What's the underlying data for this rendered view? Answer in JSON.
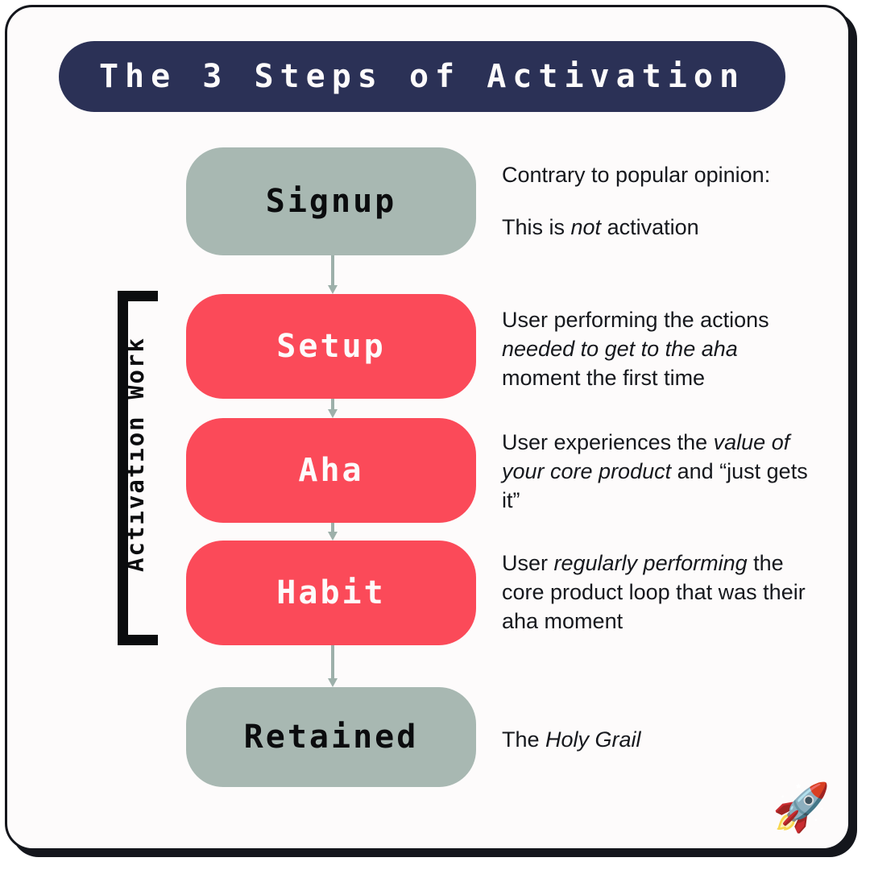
{
  "title": "The 3 Steps of Activation",
  "bracket": {
    "label": "Activation Work"
  },
  "colors": {
    "navy": "#2b3156",
    "red": "#fb4a59",
    "grey_green": "#a8b8b2",
    "arrow": "#9db0aa",
    "card_bg": "#fdfbfb",
    "border": "#14161c",
    "text_dark": "#16181d"
  },
  "flow": {
    "nodes": [
      {
        "key": "signup",
        "label": "Signup",
        "style": "grey"
      },
      {
        "key": "setup",
        "label": "Setup",
        "style": "red"
      },
      {
        "key": "aha",
        "label": "Aha",
        "style": "red"
      },
      {
        "key": "habit",
        "label": "Habit",
        "style": "red"
      },
      {
        "key": "retained",
        "label": "Retained",
        "style": "grey"
      }
    ]
  },
  "descriptions": {
    "signup": {
      "line1": "Contrary to popular opinion:",
      "line2_a": "This is ",
      "line2_em": "not",
      "line2_b": " activation"
    },
    "setup": {
      "a": "User performing the actions ",
      "em": "needed to get to the aha",
      "b": " moment the first time"
    },
    "aha": {
      "a": "User experiences the ",
      "em": "value of your core product",
      "b": " and “just gets it”"
    },
    "habit": {
      "a": "User ",
      "em": "regularly performing",
      "b": " the core product loop that was their aha moment"
    },
    "retained": {
      "a": "The ",
      "em": "Holy Grail",
      "b": ""
    }
  },
  "decoration": {
    "rocket": "🚀"
  }
}
